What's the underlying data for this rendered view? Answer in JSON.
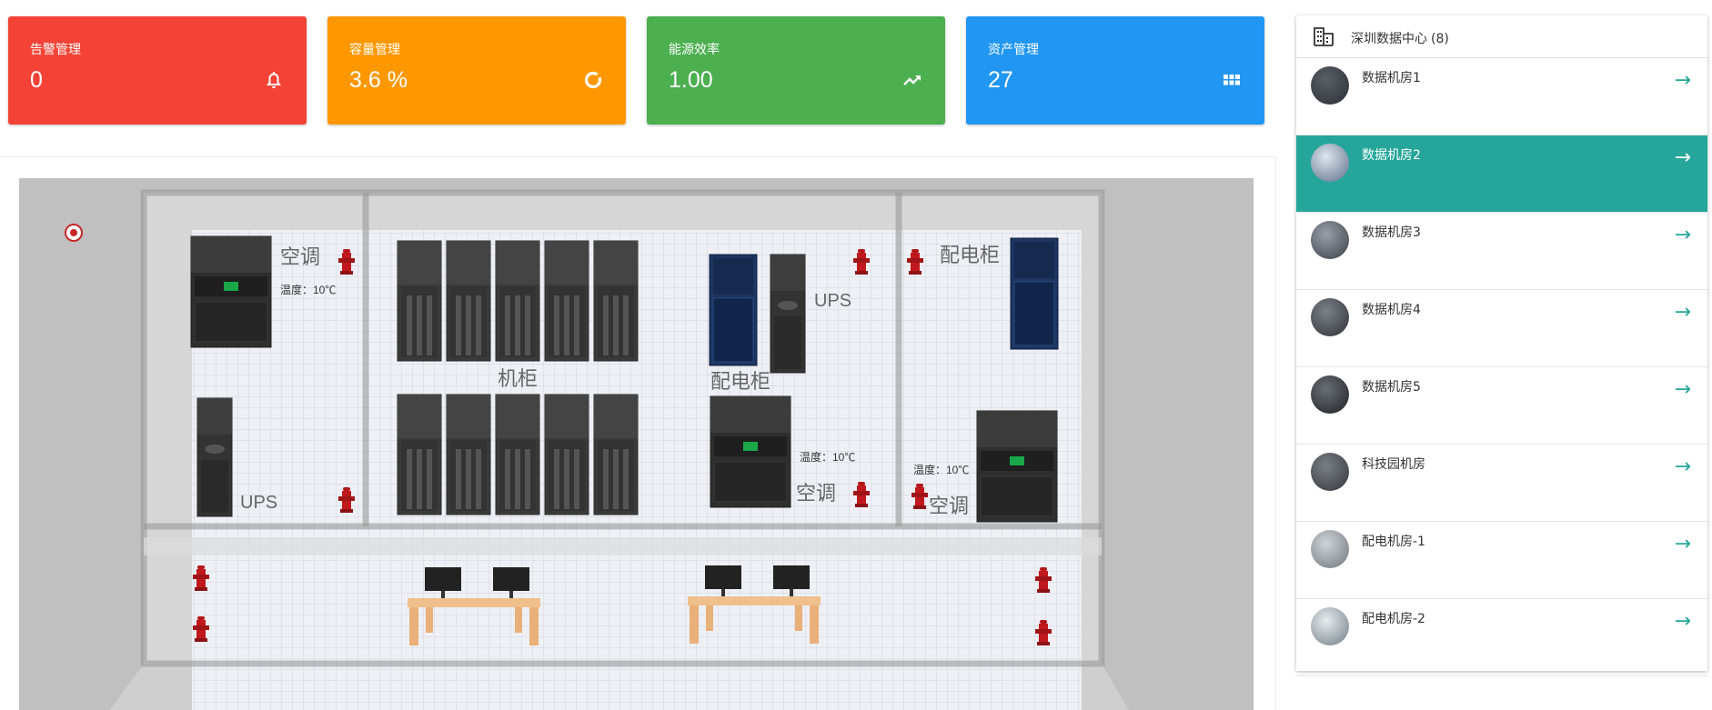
{
  "cards": [
    {
      "title": "告警管理",
      "value": "0",
      "icon": "bell-icon",
      "color": "#f44336"
    },
    {
      "title": "容量管理",
      "value": "3.6 %",
      "icon": "donut-chart-icon",
      "color": "#ff9800"
    },
    {
      "title": "能源效率",
      "value": "1.00",
      "icon": "trending-up-icon",
      "color": "#4caf50"
    },
    {
      "title": "资产管理",
      "value": "27",
      "icon": "grid-icon",
      "color": "#2196f3"
    }
  ],
  "panel": {
    "title": "深圳数据中心",
    "count": "(8)",
    "icon": "building-icon",
    "accent": "#26a69a",
    "items": [
      {
        "name": "数据机房1",
        "active": false
      },
      {
        "name": "数据机房2",
        "active": true
      },
      {
        "name": "数据机房3",
        "active": false
      },
      {
        "name": "数据机房4",
        "active": false
      },
      {
        "name": "数据机房5",
        "active": false
      },
      {
        "name": "科技园机房",
        "active": false
      },
      {
        "name": "配电机房-1",
        "active": false
      },
      {
        "name": "配电机房-2",
        "active": false
      }
    ]
  },
  "floorplan": {
    "labels": {
      "ac": "空调",
      "ups": "UPS",
      "cabinet": "机柜",
      "power_cabinet": "配电柜",
      "temperature": "温度：10℃"
    }
  }
}
